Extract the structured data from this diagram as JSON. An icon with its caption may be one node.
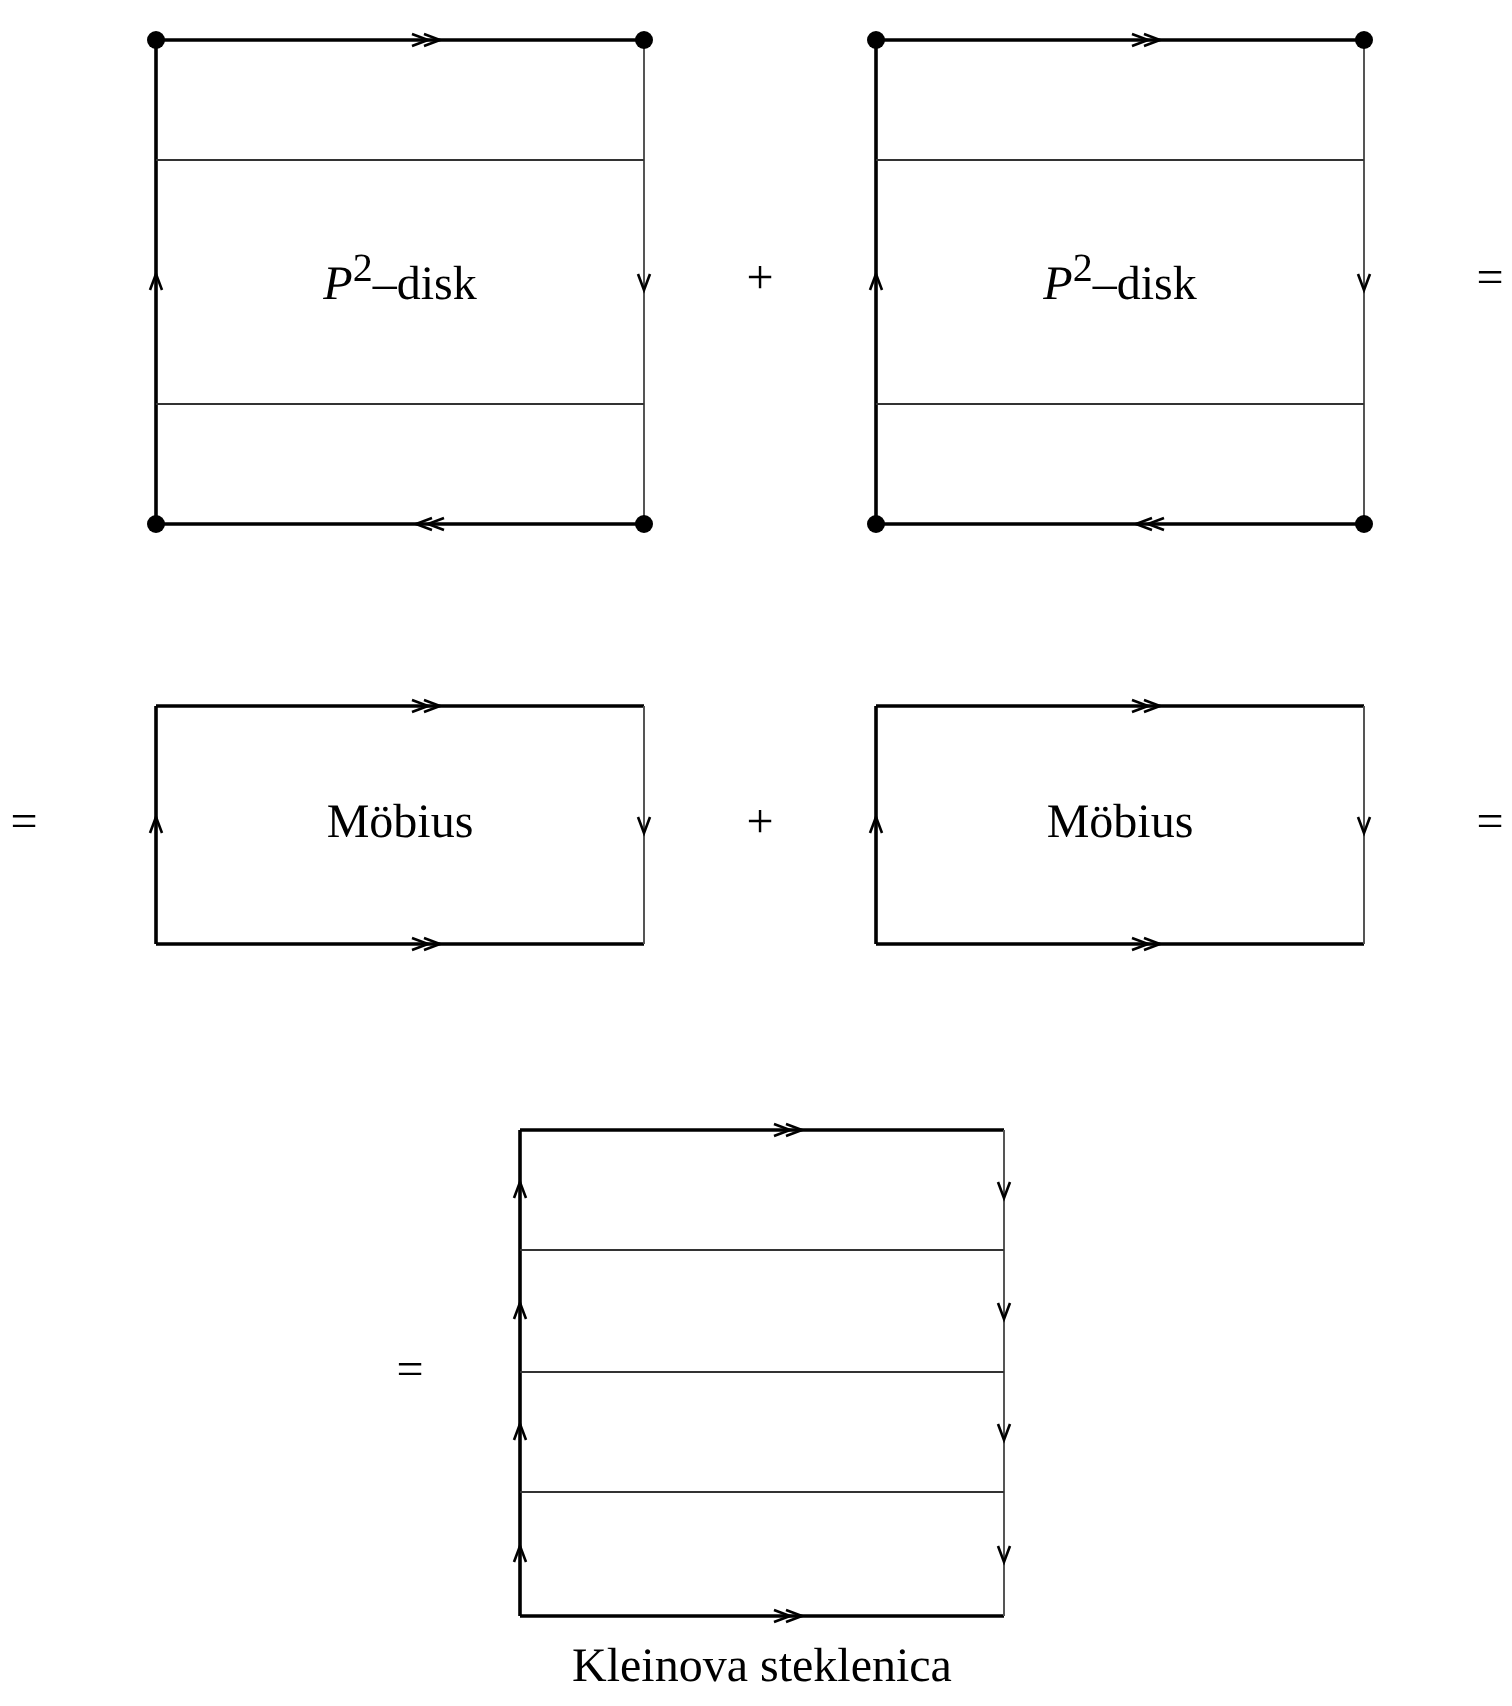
{
  "diagram": {
    "caption": "Kleinova steklenica",
    "nodes": [
      {
        "text": [
          "*P*$^{2}$–disk"
        ]
      },
      {
        "text": [
          "*P*$^{2}$–disk"
        ]
      },
      {
        "text": [
          "Möbius"
        ]
      },
      {
        "text": [
          "Möbius"
        ]
      },
      {
        "text": [],
        "shape": "box"
      }
    ],
    "labels": [
      "+",
      "=",
      "=",
      "+",
      "=",
      "="
    ]
  }
}
